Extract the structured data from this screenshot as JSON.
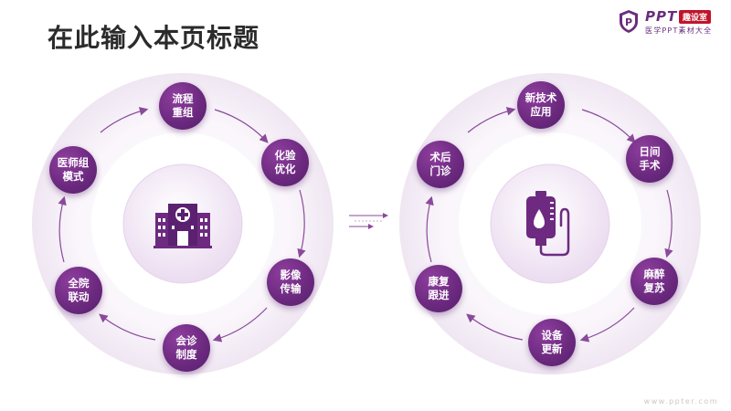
{
  "title": "在此输入本页标题",
  "logo": {
    "brand": "PPT",
    "badge": "趣设室",
    "sub": "医学PPT素材大全"
  },
  "left_cycle": {
    "nodes": [
      "流程\n重组",
      "化验\n优化",
      "影像\n传输",
      "会诊\n制度",
      "全院\n联动",
      "医师组\n模式"
    ],
    "center_icon": "hospital-building-icon"
  },
  "right_cycle": {
    "nodes": [
      "新技术\n应用",
      "日间\n手术",
      "麻醉\n复苏",
      "设备\n更新",
      "康复\n跟进",
      "术后\n门诊"
    ],
    "center_icon": "iv-bag-icon"
  },
  "watermark": "www.ppter.com",
  "colors": {
    "primary": "#6d2a80",
    "ring": "#f4eef7",
    "accent_red": "#c0142c",
    "title": "#2b2b2b"
  }
}
